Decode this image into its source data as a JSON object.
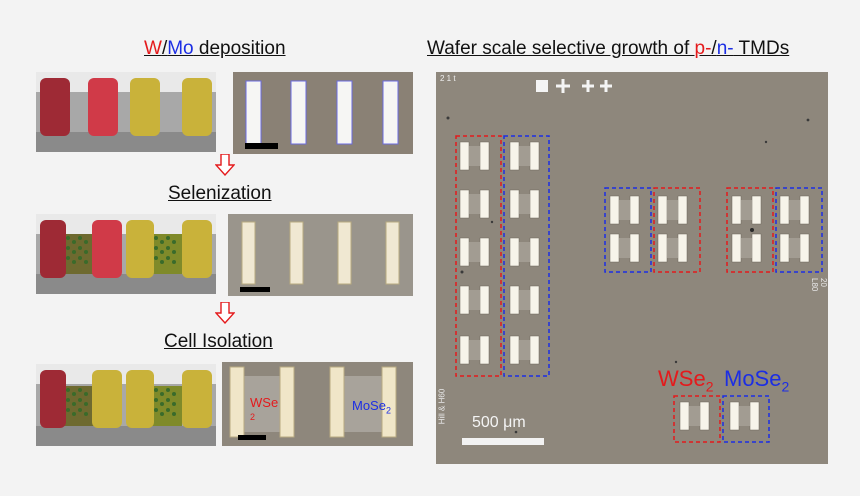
{
  "left": {
    "title_parts": {
      "w": "W",
      "slash": "/",
      "mo": "Mo",
      "rest": " deposition"
    },
    "step2_label": "Selenization",
    "step3_label": "Cell Isolation",
    "inset_labels": {
      "wse_main": "WSe",
      "wse_sub": "2",
      "mose_main": "MoSe",
      "mose_sub": "2"
    }
  },
  "right": {
    "title_parts": {
      "pre": "Wafer scale selective growth of ",
      "p": "p-",
      "slash": "/",
      "n": "n-",
      "post": " TMDs"
    },
    "legend": {
      "wse": "WSe",
      "wse_sub": "2",
      "mose": "MoSe",
      "mose_sub": "2"
    },
    "scale_bar": "500 μm",
    "corner_mark": "2 1 t",
    "edge_text": "Hill & H60",
    "edge_text_right": "20 L80"
  },
  "colors": {
    "red": "#e41a1c",
    "blue": "#1c2ee4",
    "wafer": "#8e877c",
    "gold": "#c9b23a",
    "maroon": "#9e2a35"
  }
}
